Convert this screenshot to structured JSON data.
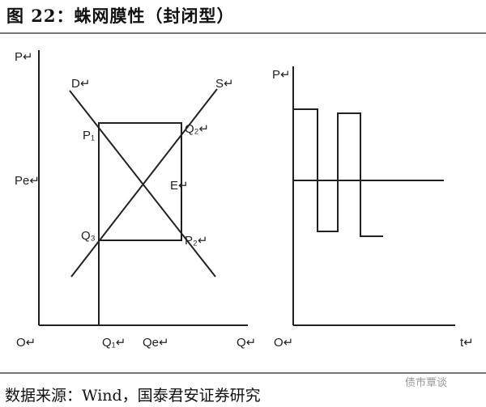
{
  "title": "图 22：蛛网膜性（封闭型）",
  "source": "数据来源：Wind，国泰君安证券研究",
  "watermark": "债市覃谈",
  "left_chart": {
    "labels": {
      "p": "P↵",
      "pe": "Pe↵",
      "o": "O↵",
      "q1": "Q₁↵",
      "qe": "Qe↵",
      "q": "Q↵",
      "d": "D↵",
      "s": "S↵",
      "p1": "P₁",
      "q2": "Q₂↵",
      "e": "E↵",
      "q3": "Q₃",
      "p2": "P₂↵"
    }
  },
  "right_chart": {
    "labels": {
      "p": "P↵",
      "o": "O↵",
      "t": "t↵"
    }
  }
}
